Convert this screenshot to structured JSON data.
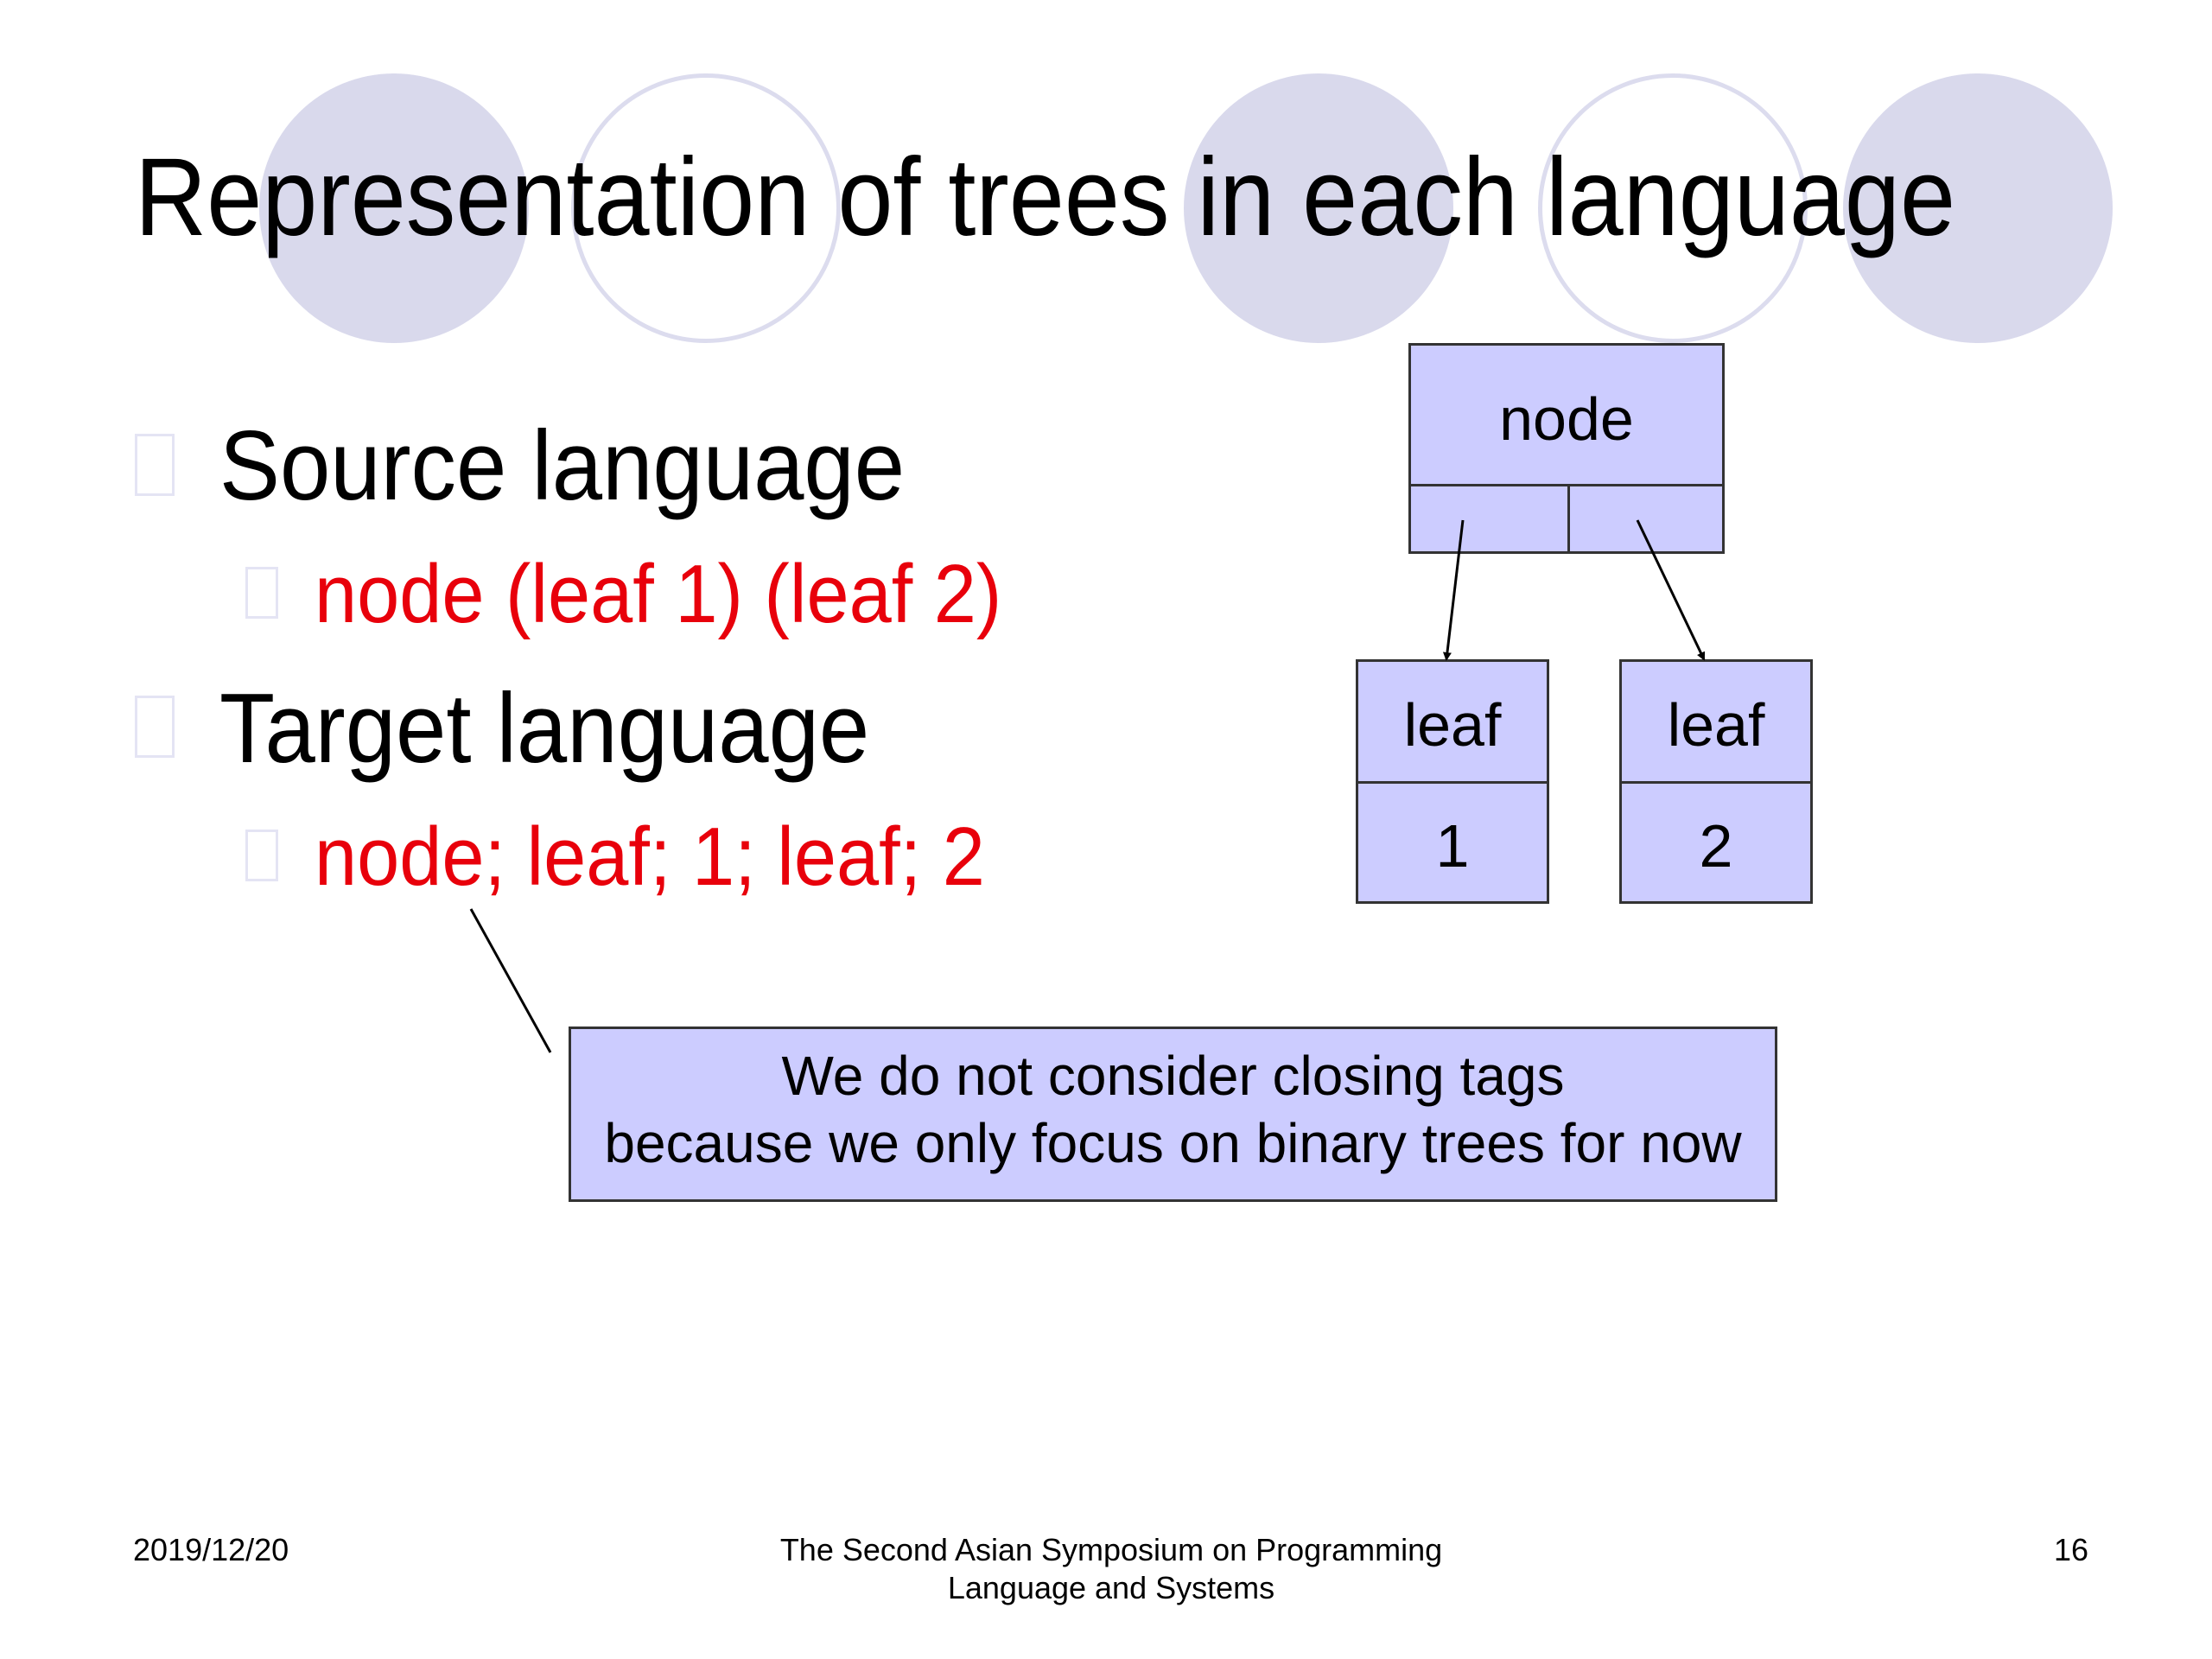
{
  "slide": {
    "title": "Representation of trees in each language",
    "bullets": [
      {
        "label": "Source language",
        "sub": "node (leaf 1) (leaf 2)"
      },
      {
        "label": "Target language",
        "sub": "node; leaf; 1; leaf; 2"
      }
    ],
    "diagram": {
      "node_label": "node",
      "leaves": [
        {
          "label": "leaf",
          "value": "1"
        },
        {
          "label": "leaf",
          "value": "2"
        }
      ]
    },
    "callout": {
      "line1": "We do not consider closing tags",
      "line2": "because we only focus on binary trees for now"
    },
    "footer": {
      "date": "2019/12/20",
      "center_line1": "The Second Asian Symposium on Programming",
      "center_line2": "Language and Systems",
      "page_number": "16"
    }
  },
  "colors": {
    "accent_red": "#e8000b",
    "box_fill": "#ccccff",
    "circle_fill": "#d9d9ec"
  }
}
